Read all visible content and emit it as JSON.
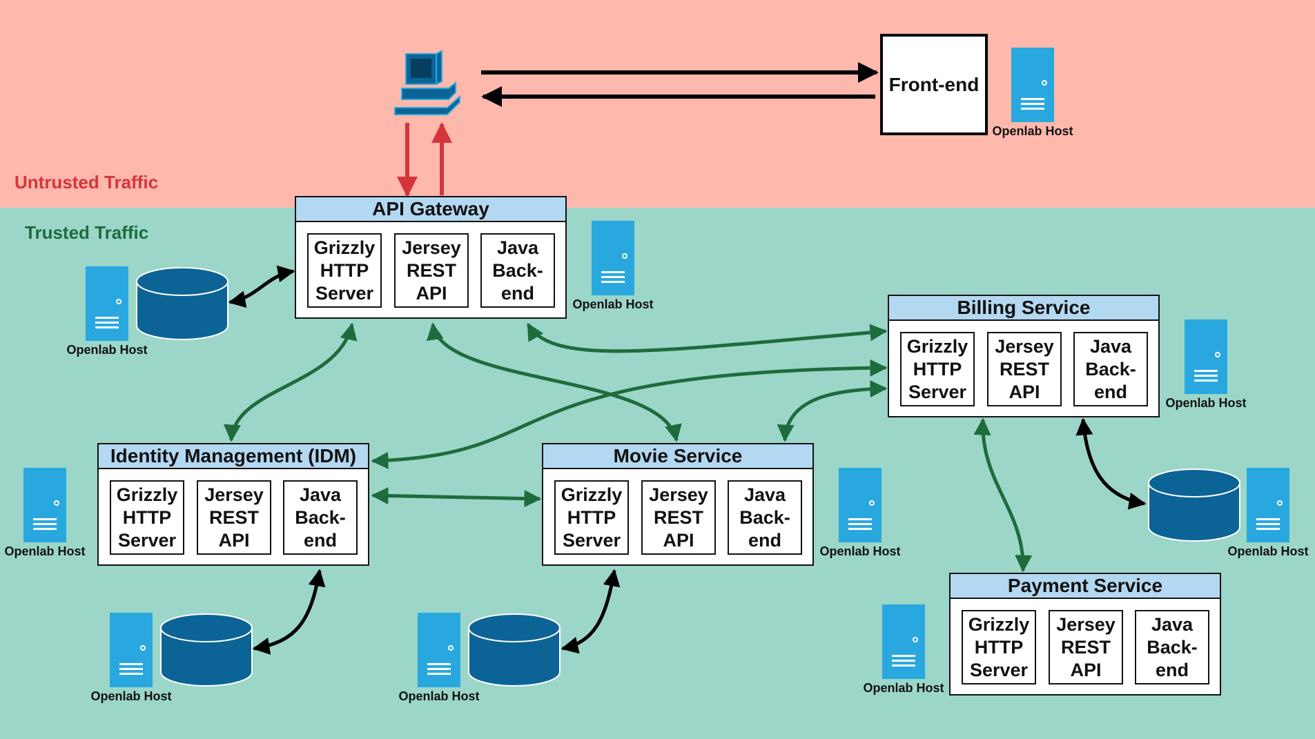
{
  "zones": {
    "untrusted_label": "Untrusted Traffic",
    "trusted_label": "Trusted Traffic"
  },
  "frontend": {
    "label": "Front-end"
  },
  "host_caption": "Openlab Host",
  "components": {
    "server": "Grizzly\nHTTP\nServer",
    "api": "Jersey\nREST\nAPI",
    "backend": "Java\nBack-\nend"
  },
  "services": {
    "api_gateway": "API Gateway",
    "billing": "Billing Service",
    "idm": "Identity Management (IDM)",
    "movie": "Movie Service",
    "payment": "Payment Service"
  },
  "colors": {
    "untrusted_bg": "#feb8ac",
    "trusted_bg": "#9bd6c9",
    "untrusted_text": "#d6343d",
    "trusted_text": "#1e6b3c",
    "service_header": "#b3d8f1",
    "host_blue": "#29a8e0",
    "database_blue": "#0c6496",
    "arrow_green": "#1e6b3c",
    "arrow_red": "#d6343d",
    "arrow_black": "#000000"
  },
  "icons": {
    "client": "desktop-computer-icon",
    "host": "server-tower-icon",
    "database": "database-cylinder-icon"
  }
}
